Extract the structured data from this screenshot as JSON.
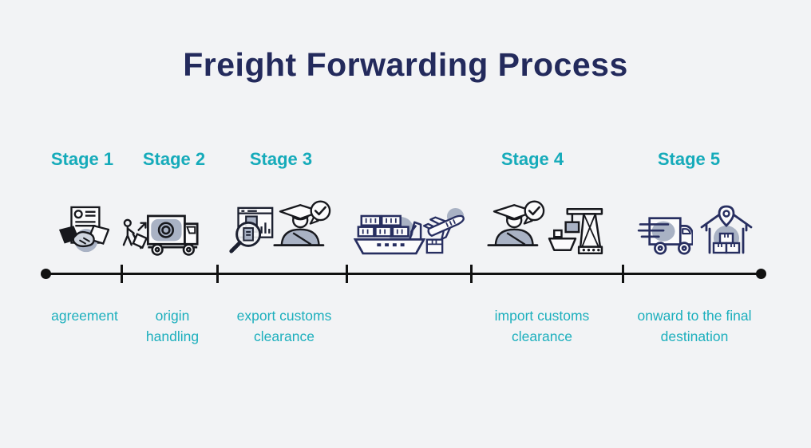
{
  "title": "Freight Forwarding Process",
  "colors": {
    "background": "#f2f3f5",
    "title_navy": "#232a5c",
    "stage_teal": "#16abba",
    "caption_teal": "#1cafbd",
    "icon_black": "#17181d",
    "icon_navy": "#272e60",
    "icon_gray_fill": "#a9b2c4",
    "timeline": "#111111"
  },
  "timeline": {
    "start_marker": "dot",
    "end_marker": "dot",
    "tick_count": 5
  },
  "stages": [
    {
      "label": "Stage 1",
      "caption": "agreement",
      "icons": [
        "handshake-agreement-icon"
      ]
    },
    {
      "label": "Stage 2",
      "caption": "origin handling",
      "icons": [
        "worker-loading-truck-icon"
      ]
    },
    {
      "label": "Stage 3",
      "caption": "export customs clearance",
      "icons": [
        "document-inspection-icon",
        "customs-officer-icon"
      ]
    },
    {
      "label": "Stage 4",
      "caption": "import customs clearance",
      "icons": [
        "customs-officer-icon",
        "port-crane-icon"
      ]
    },
    {
      "label": "Stage 5",
      "caption": "onward to the final destination",
      "icons": [
        "express-truck-icon",
        "warehouse-location-icon"
      ]
    }
  ],
  "transit": {
    "icons": [
      "container-ship-icon",
      "cargo-plane-icon"
    ]
  }
}
